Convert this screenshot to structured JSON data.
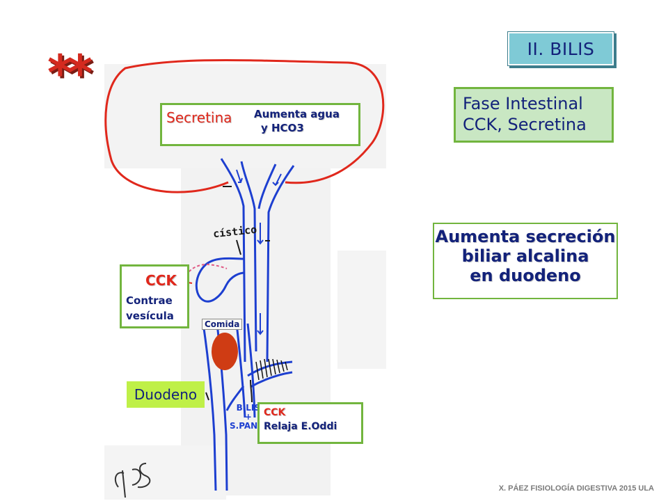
{
  "header": {
    "stars": "**",
    "section_title": "II. BILIS"
  },
  "fase_box": {
    "line1": "Fase Intestinal",
    "line2": "CCK, Secretina"
  },
  "aumenta_box": {
    "line1": "Aumenta secreción",
    "line2": "biliar alcalina",
    "line3": "en duodeno"
  },
  "secretina_box": {
    "label": "Secretina",
    "effect_line1": "Aumenta agua",
    "effect_line2": "y HCO3"
  },
  "cck_box": {
    "label": "CCK",
    "effect_line1": "Contrae",
    "effect_line2": "vesícula"
  },
  "duodeno_label": "Duodeno",
  "cck_oddi_box": {
    "label": "CCK",
    "effect": "Relaja E.Oddi"
  },
  "sketch_labels": {
    "comida": "Comida",
    "cistico": "cístico",
    "bilis": "BILIS",
    "plus": "+",
    "s_panc": "S.PANC."
  },
  "footer": "X. PÁEZ   FISIOLOGÍA DIGESTIVA 2015 ULA",
  "colors": {
    "accent_green": "#72b53e",
    "title_bg": "#7fcad6",
    "text_navy": "#13227a",
    "red": "#e0281c",
    "duct_blue": "#1d3fd0"
  }
}
